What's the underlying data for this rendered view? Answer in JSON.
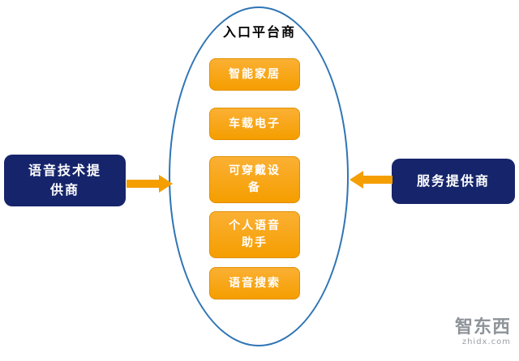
{
  "diagram": {
    "title": "入口平台商",
    "platform_items": [
      {
        "label": "智能家居"
      },
      {
        "label": "车载电子"
      },
      {
        "label": "可穿戴设备"
      },
      {
        "label": "个人语音助手"
      },
      {
        "label": "语音搜索"
      }
    ],
    "left_box": {
      "label": "语音技术提供商"
    },
    "right_box": {
      "label": "服务提供商"
    },
    "colors": {
      "navy": "#16256B",
      "orange": "#F59E00",
      "ellipse_stroke": "#2E74B5"
    }
  },
  "watermark": {
    "logo": "智东西",
    "domain": "zhidx.com"
  }
}
